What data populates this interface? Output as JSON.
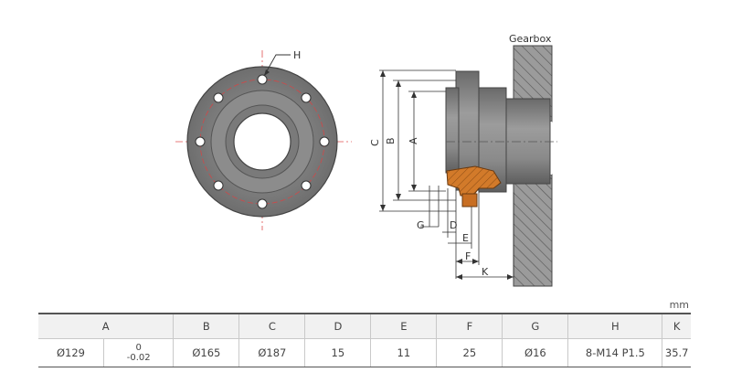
{
  "drawing": {
    "label_gearbox": "Gearbox",
    "label_H": "H",
    "label_A": "A",
    "label_B": "B",
    "label_C": "C",
    "label_D": "D",
    "label_E": "E",
    "label_F": "F",
    "label_G": "G",
    "label_K": "K"
  },
  "table": {
    "unit": "mm",
    "headers": [
      "A",
      "B",
      "C",
      "D",
      "E",
      "F",
      "G",
      "H",
      "K"
    ],
    "row": {
      "A": "Ø129",
      "A_tol_upper": "0",
      "A_tol_lower": "-0.02",
      "B": "Ø165",
      "C": "Ø187",
      "D": "15",
      "E": "11",
      "F": "25",
      "G": "Ø16",
      "H": "8-M14 P1.5",
      "K": "35.7"
    }
  }
}
